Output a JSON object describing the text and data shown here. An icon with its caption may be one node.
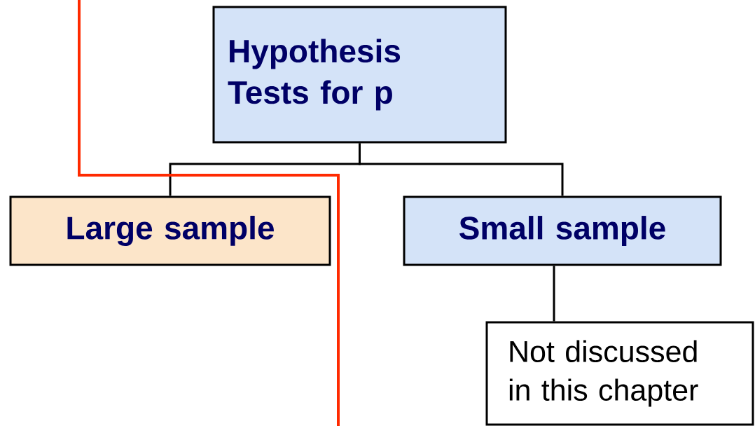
{
  "diagram": {
    "nodes": [
      {
        "text": [
          "Hypothesis Tests for p"
        ]
      },
      {
        "text": [
          "Large sample"
        ]
      },
      {
        "text": [
          "Small sample"
        ]
      },
      {
        "text": [
          "Not discussed in this chapter"
        ]
      }
    ],
    "edges": [
      {
        "from": 0,
        "to": 1,
        "arrow": "none"
      },
      {
        "from": 0,
        "to": 2,
        "arrow": "none"
      },
      {
        "from": 2,
        "to": 3,
        "arrow": "none"
      }
    ]
  }
}
